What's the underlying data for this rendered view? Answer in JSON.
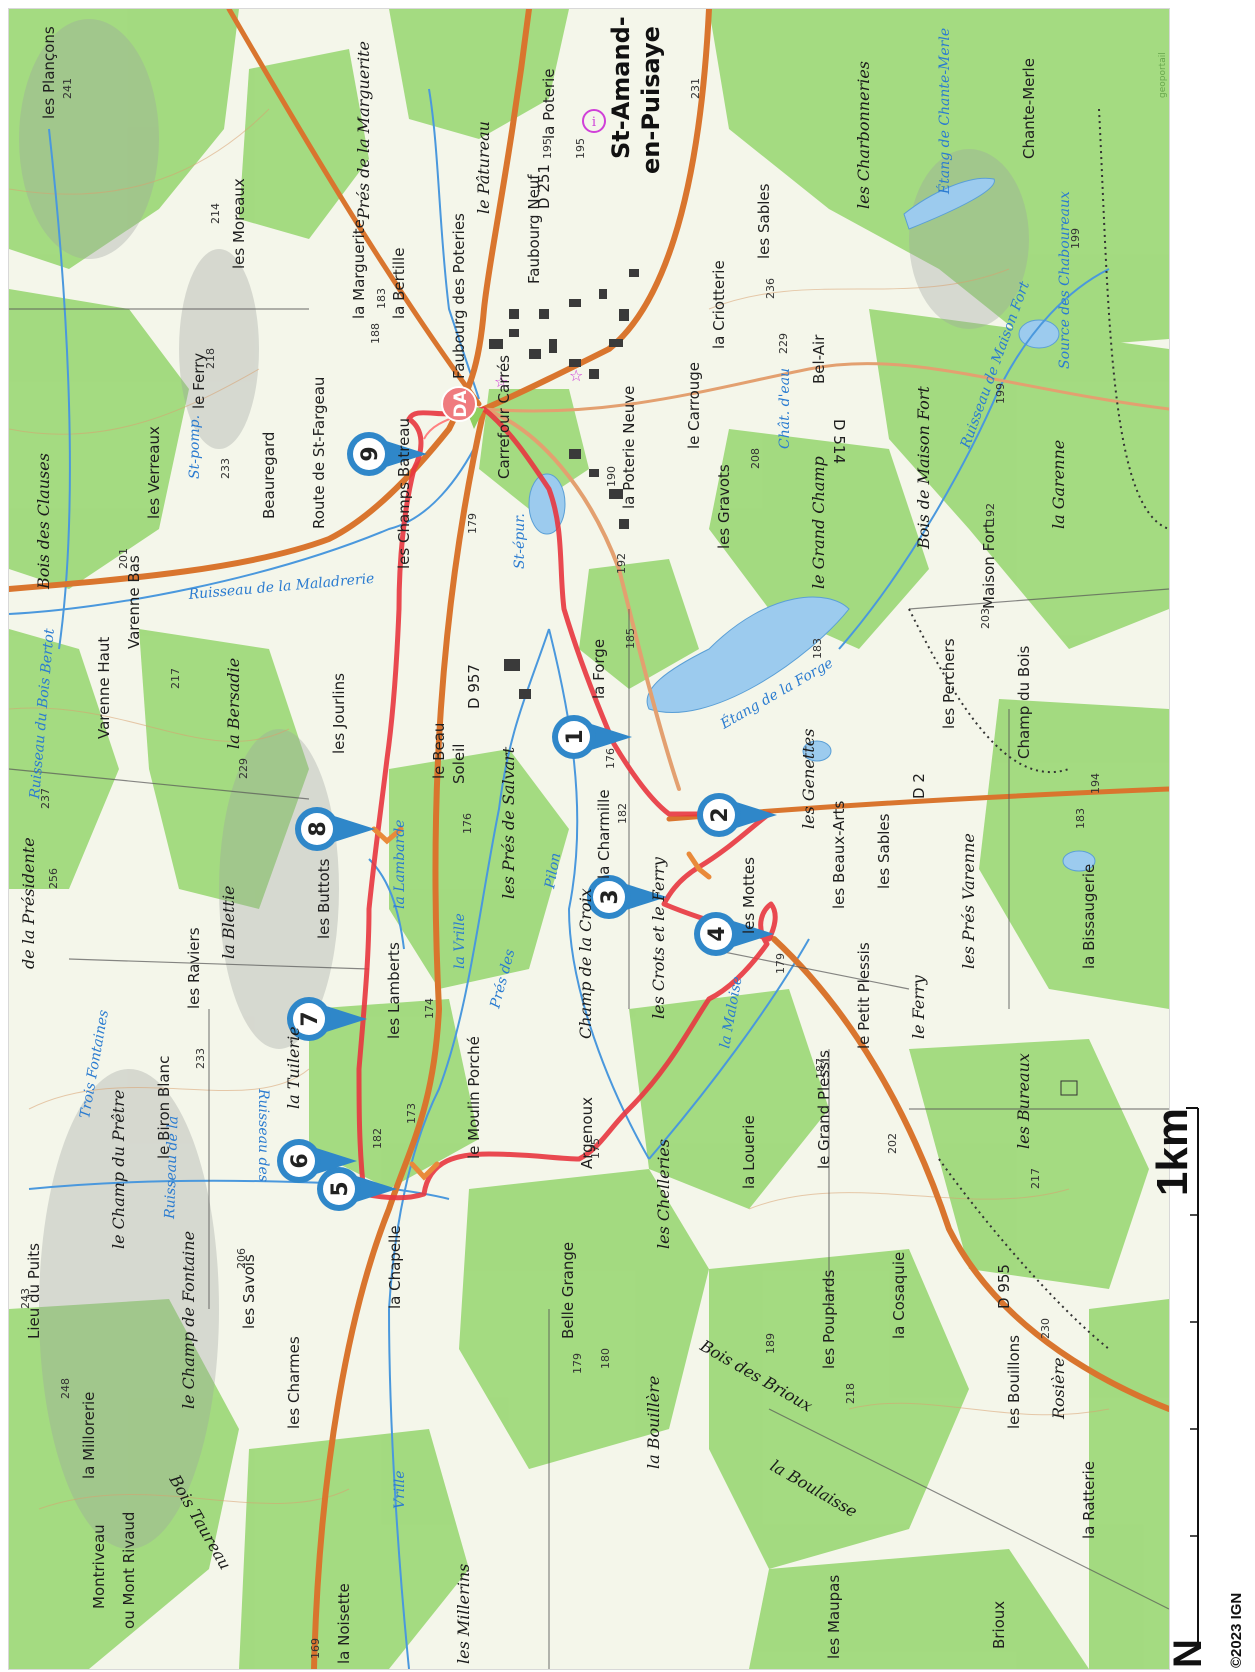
{
  "map": {
    "scale_label": "1km",
    "north_label": "N",
    "credit": "©2023 IGN",
    "logo_text": "geoportail",
    "colors": {
      "route": "#e8363f",
      "waypoint": "#2f87c9",
      "forest": "#8fd36a",
      "water": "#9ccbee",
      "road": "#d9752e"
    }
  },
  "towns": {
    "main_1": "St-Amand-",
    "main_2": "en-Puisaye"
  },
  "waypoints": [
    "1",
    "2",
    "3",
    "4",
    "5",
    "6",
    "7",
    "8",
    "9"
  ],
  "start_marker": "DA",
  "places": {
    "la_chapelle": "la Chapelle",
    "argenoux": "Argenoux",
    "belle_grange": "Belle Grange",
    "les_lamberts": "les Lamberts",
    "les_buttots": "les Buttots",
    "les_jourlins": "les Jourlins",
    "le_beau_soleil_1": "le Beau",
    "le_beau_soleil_2": "Soleil",
    "la_charmille": "la Charmille",
    "les_mottes": "les Mottes",
    "la_forge": "la Forge",
    "etang_forge": "Étang de la Forge",
    "les_genettes": "les Genettes",
    "les_perchers": "les Perchers",
    "champ_du_bois": "Champ du Bois",
    "maison_fort": "Maison Fort",
    "bois_maison_fort": "Bois de Maison Fort",
    "la_garenne": "la Garenne",
    "le_grand_champ": "le Grand Champ",
    "les_gravots": "les Gravots",
    "le_carrouge": "le Carrouge",
    "la_criotterie": "la Criotterie",
    "bel_air": "Bel-Air",
    "les_sables": "les Sables",
    "les_charbonneries": "les Charbonneries",
    "chante_merle": "Chante-Merle",
    "etang_chante_merle": "Étang de Chante-Merle",
    "la_poterie": "la Poterie",
    "faubourg_neuf": "Faubourg Neuf",
    "le_patureau": "le Pâtureau",
    "pres_marguerite": "Prés de la Marguerite",
    "la_marguerite": "la Marguerite",
    "la_bertille": "la Bertille",
    "les_moreaux": "les Moreaux",
    "les_plancons": "les Plançons",
    "le_ferry": "le Ferry",
    "route_st_fargeau": "Route de St-Fargeau",
    "beauregard": "Beauregard",
    "les_verreaux": "les Verreaux",
    "varenne_bas": "Varenne Bas",
    "varenne_haut": "Varenne Haut",
    "la_bersadie": "la Bersadie",
    "la_blettie": "la Blettie",
    "les_raviers": "les Raviers",
    "la_tuilerie": "la Tuilerie",
    "le_biron_blanc": "le Biron Blanc",
    "champ_du_pretre": "le Champ du Prêtre",
    "lieu_du_puits": "Lieu du Puits",
    "champ_de_fontaine": "le Champ de Fontaine",
    "les_savois": "les Savois",
    "les_charmes": "les Charmes",
    "la_millorerie": "la Millorerie",
    "bois_taureau": "Bois Taureau",
    "montriveau": "Montriveau",
    "mont_rivaud": "ou Mont Rivaud",
    "la_noisette": "la Noisette",
    "les_millerins": "les Millerins",
    "le_moulin_porche": "le Moulin Porché",
    "les_pres_salvart": "les Prés de Salvart",
    "champ_de_la_croix": "Champ de la Croix",
    "les_crots": "les Crots et le Ferry",
    "les_chelleries": "les Chelleries",
    "la_louerie": "la Louerie",
    "le_grand_plessis": "le Grand Plessis",
    "le_petit_plessis": "le Petit Plessis",
    "le_ferry2": "le Ferry",
    "les_beaux_arts": "les Beaux-Arts",
    "les_sables2": "les Sables",
    "pres_varenne": "les Prés Varenne",
    "la_bissaugerie": "la Bissaugerie",
    "les_bureaux": "les Bureaux",
    "la_cosaquie": "la Cosaquie",
    "les_pouplards": "les Pouplards",
    "les_bouillons": "les Bouillons",
    "rosiere": "Rosière",
    "la_ratterie": "la Ratterie",
    "la_bouillere": "la Bouillère",
    "bois_des_brioux": "Bois des Brioux",
    "la_boulaisse": "la Boulaisse",
    "les_maupas": "les Maupas",
    "brioux": "Brioux",
    "bois_des_clauses": "Bois des Clauses",
    "de_la_presidente": "de la Présidente",
    "les_champs_batreau": "les Champs Batreau",
    "carrefour_carres": "Carrefour Carrés",
    "la_poterie_neuve": "la Poterie Neuve",
    "faubourg_poteries": "Faubourg des Poteries",
    "source_chaboureaux": "Source des Chaboureaux"
  },
  "water_labels": {
    "maladrerie": "Ruisseau de la Maladrerie",
    "bois_bertot": "Ruisseau du Bois Bertot",
    "trois_fontaines": "Trois Fontaines",
    "ruisseau_la": "Ruisseau de la",
    "ruisseau_des": "Ruisseau des",
    "vrille": "la Vrille",
    "vrille2": "Vrille",
    "maloise": "la Maloise",
    "pilon": "Pilon",
    "ruisseau_maison_fort": "Ruisseau de Maison Fort",
    "pres_des": "Prés des",
    "lambarde": "la Lambarde",
    "st_pomp": "St-pomp.",
    "st_epur": "St-épur.",
    "chat_eau": "Chât. d'eau"
  },
  "roads": {
    "d955": "D 955",
    "d957": "D 957",
    "d2": "D 2",
    "d514": "D 514",
    "d251": "D 251"
  },
  "altitudes": [
    "241",
    "214",
    "218",
    "233",
    "201",
    "217",
    "229",
    "237",
    "256",
    "233",
    "206",
    "243",
    "248",
    "169",
    "182",
    "173",
    "174",
    "176",
    "179",
    "183",
    "192",
    "190",
    "185",
    "183",
    "182",
    "176",
    "179",
    "175",
    "179",
    "180",
    "189",
    "202",
    "217",
    "230",
    "218",
    "199",
    "194",
    "183",
    "208",
    "229",
    "236",
    "231",
    "195",
    "199",
    "192",
    "203",
    "187",
    "195",
    "188"
  ]
}
